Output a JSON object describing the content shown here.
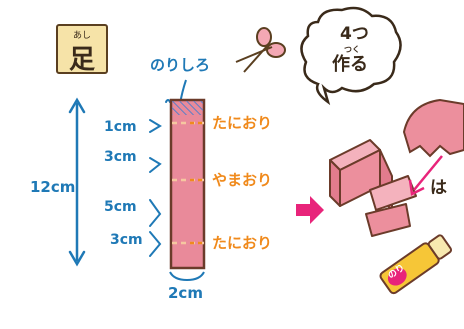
{
  "header": {
    "kanji": "足",
    "kanji_ruby": "あし"
  },
  "labels": {
    "glue_margin": "のりしろ",
    "height_total": "12cm",
    "width": "2cm",
    "segments": [
      "1cm",
      "3cm",
      "5cm",
      "3cm"
    ],
    "fold_top": "たにおり",
    "fold_middle": "やまおり",
    "fold_bottom": "たにおり",
    "bubble_ruby": "つく",
    "bubble_line1": "4つ",
    "bubble_line2": "作る",
    "attach_text": "は",
    "glue_stick_label": "のり"
  },
  "colors": {
    "strip_fill": "#e98a9a",
    "strip_outline": "#6b3b2a",
    "glue_hatch": "#5b7fc7",
    "blue_text": "#1f79b6",
    "orange_text": "#f08a1c",
    "arrow_pink": "#e8247a",
    "leg_fill": "#ec8f9d",
    "glue_stick_yellow": "#f6c637"
  },
  "icons": [
    "scissors-icon",
    "glue-stick-icon",
    "speech-bubble",
    "right-arrow-icon"
  ]
}
